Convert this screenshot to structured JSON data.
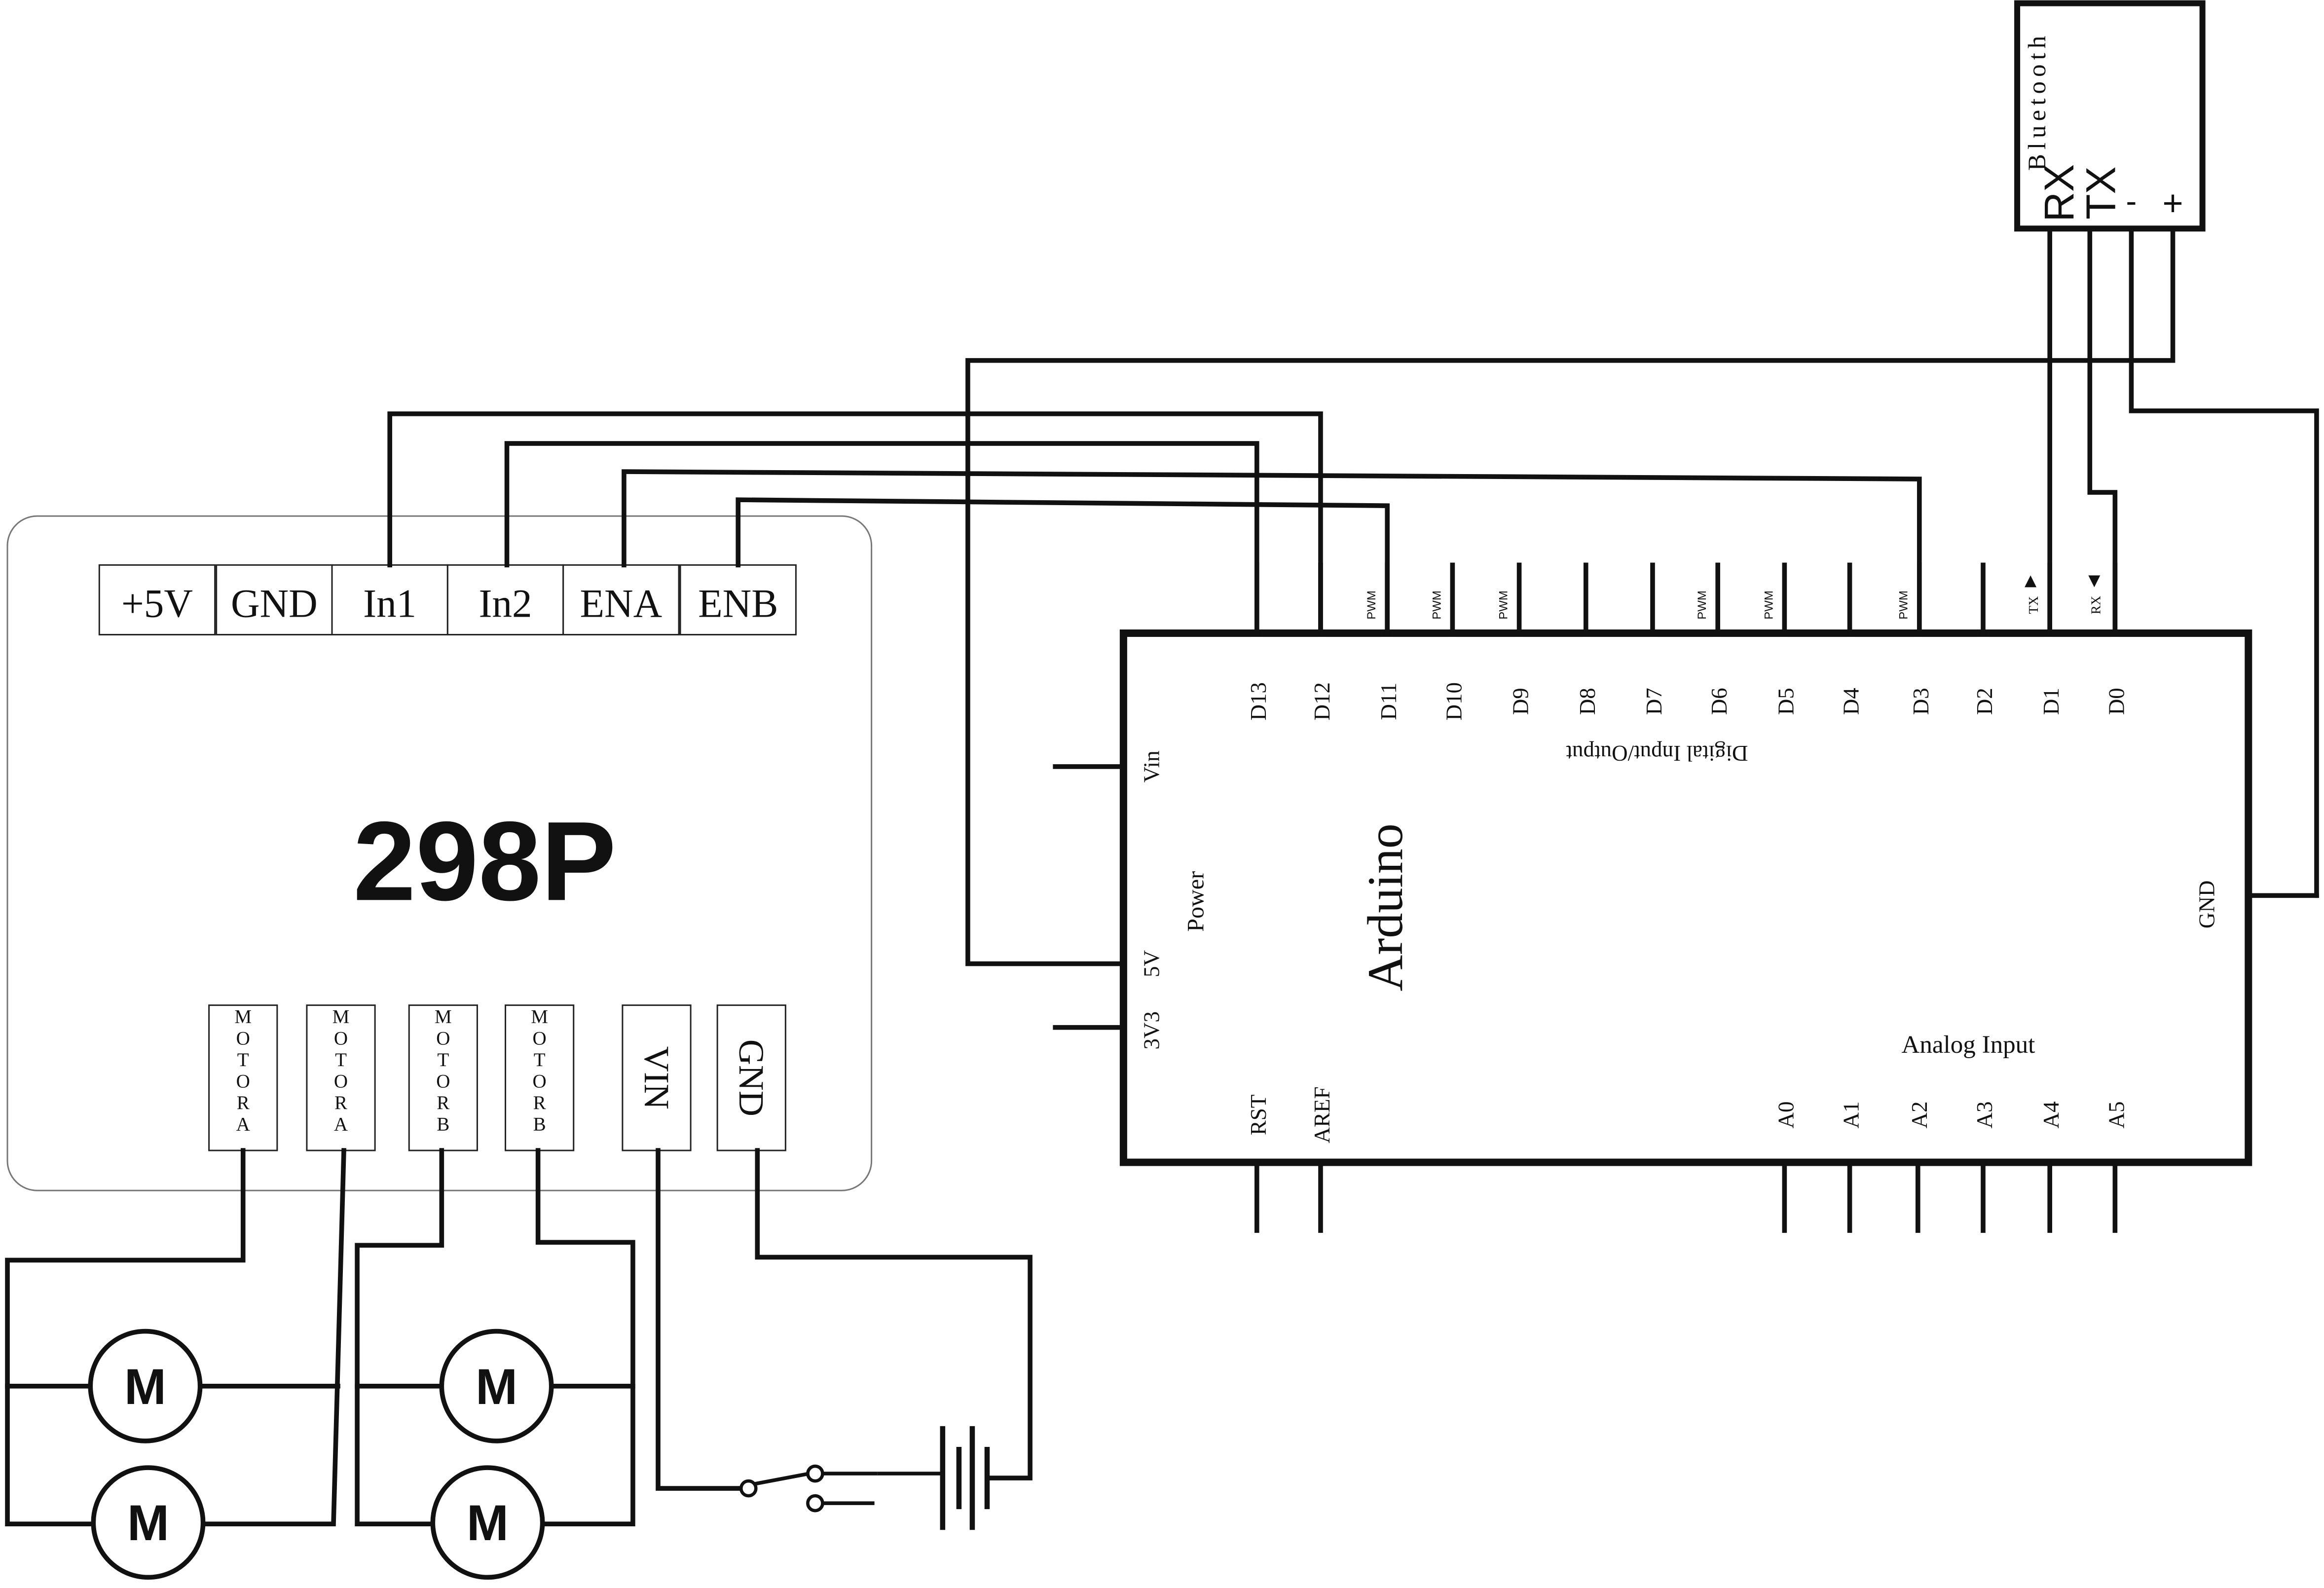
{
  "driver": {
    "title": "298P",
    "header_pins": [
      "+5V",
      "GND",
      "In1",
      "In2",
      "ENA",
      "ENB"
    ],
    "bottom_pins": [
      "MOTORA",
      "MOTORA",
      "MOTORB",
      "MOTORB",
      "VIN",
      "GND"
    ]
  },
  "arduino": {
    "title": "Arduino",
    "digital_pins": [
      "D13",
      "D12",
      "D11",
      "D10",
      "D9",
      "D8",
      "D7",
      "D6",
      "D5",
      "D4",
      "D3",
      "D2",
      "D1",
      "D0"
    ],
    "pwm_label": "PWM",
    "pwm_pins": [
      "D11",
      "D10",
      "D9",
      "D6",
      "D5",
      "D3"
    ],
    "tx_label": "TX",
    "rx_label": "RX",
    "digital_section": "Digital Input/Output",
    "power_section": "Power",
    "power_pins": [
      "Vin",
      "5V",
      "3V3"
    ],
    "gnd_label": "GND",
    "analog_section": "Analog Input",
    "bottom_pins": [
      "RST",
      "AREF",
      "A0",
      "A1",
      "A2",
      "A3",
      "A4",
      "A5"
    ]
  },
  "bluetooth": {
    "title": "Bluetooth",
    "pins": [
      "RX",
      "TX",
      "-",
      "+"
    ]
  },
  "motors": {
    "label": "M",
    "count": 4
  }
}
